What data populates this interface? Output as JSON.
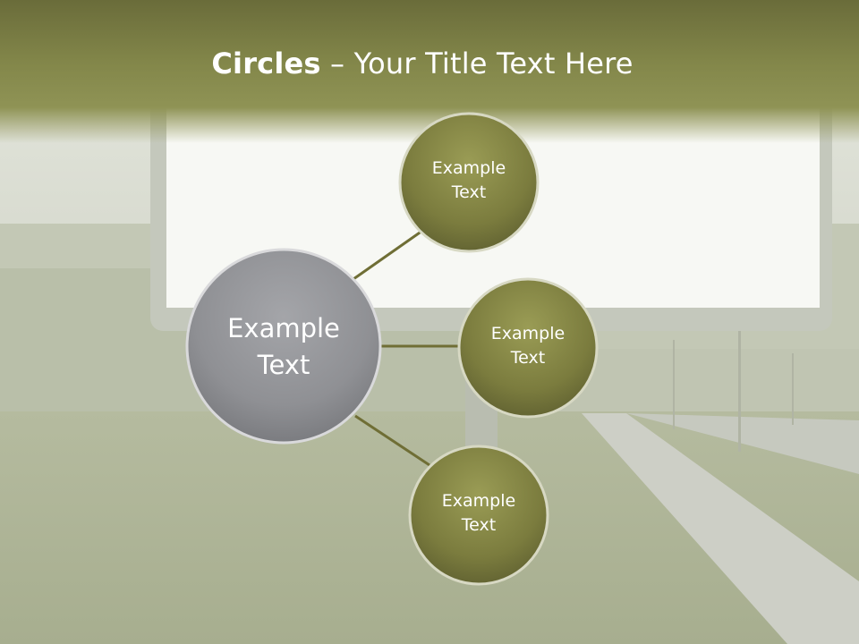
{
  "title": {
    "bold": "Circles",
    "rest": " – Your Title Text Here"
  },
  "center_node": {
    "line1": "Example",
    "line2": "Text"
  },
  "nodes": [
    {
      "line1": "Example",
      "line2": "Text"
    },
    {
      "line1": "Example",
      "line2": "Text"
    },
    {
      "line1": "Example",
      "line2": "Text"
    }
  ],
  "colors": {
    "accent": "#7b7c3e",
    "center": "#8f9094",
    "connector": "#6f6e35",
    "title": "#ffffff"
  }
}
